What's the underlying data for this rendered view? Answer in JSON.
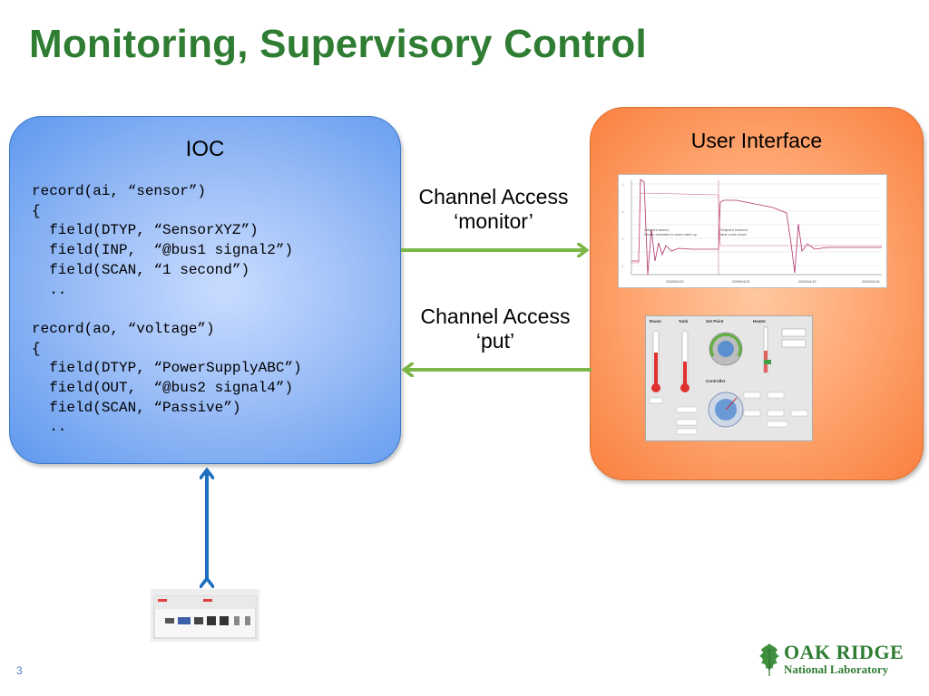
{
  "slide": {
    "title": "Monitoring, Supervisory Control",
    "page_number": "3"
  },
  "ioc": {
    "label": "IOC",
    "code": "record(ai, “sensor”)\n{\n  field(DTYP, “SensorXYZ”)\n  field(INP,  “@bus1 signal2”)\n  field(SCAN, “1 second”)\n  ..\n\nrecord(ao, “voltage”)\n{\n  field(DTYP, “PowerSupplyABC”)\n  field(OUT,  “@bus2 signal4”)\n  field(SCAN, “Passive”)\n  .."
  },
  "user_interface": {
    "label": "User Interface"
  },
  "links": {
    "monitor_line1": "Channel Access",
    "monitor_line2": "‘monitor’",
    "put_line1": "Channel Access",
    "put_line2": "‘put’"
  },
  "logo": {
    "name": "OAK RIDGE",
    "subtitle": "National Laboratory",
    "icon": "oak-leaf-icon"
  },
  "colors": {
    "title_green": "#2e7d32",
    "arrow_green": "#7ab648",
    "arrow_blue": "#1f6fc0",
    "ioc_blue": "#5f98ee",
    "ui_orange": "#f9803f"
  }
}
